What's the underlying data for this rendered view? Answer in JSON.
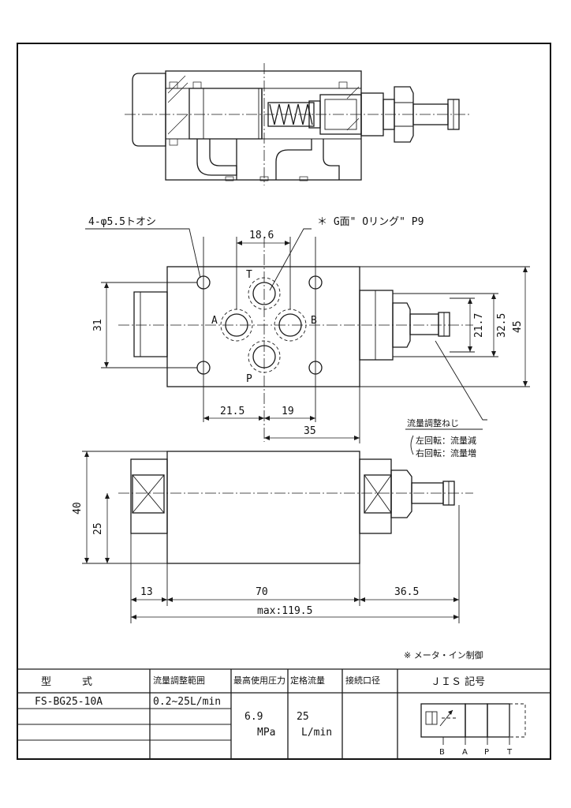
{
  "section_view": {},
  "top_view": {
    "hole_note": "4-φ5.5トオシ",
    "oring_note": "＊ G面\" Oリング\"  P9",
    "ports": [
      "T",
      "A",
      "B",
      "P"
    ],
    "dims": {
      "d18_6": "18.6",
      "d31": "31",
      "d21_7": "21.7",
      "d32_5": "32.5",
      "d45": "45",
      "d21_5": "21.5",
      "d19": "19",
      "d35": "35"
    },
    "adjust_note": {
      "title": "流量調整ねじ",
      "line1": "左回転：流量減",
      "line2": "右回転：流量増"
    }
  },
  "front_view": {
    "dims": {
      "d40": "40",
      "d25": "25",
      "d13": "13",
      "d70": "70",
      "d36_5": "36.5",
      "max": "max:119.5"
    }
  },
  "note": "※ メータ・イン制御",
  "spec_table": {
    "headers": {
      "model": "型　　　式",
      "range": "流量調整範囲",
      "pressure": "最高使用圧力",
      "flow": "定格流量",
      "port": "接続口径",
      "jis": "ＪＩＳ 記号"
    },
    "row": {
      "model": "FS-BG25-10A",
      "range": "0.2~25L/min",
      "pressure_value": "6.9",
      "pressure_unit": "MPa",
      "flow_value": "25",
      "flow_unit": "L/min",
      "port": ""
    },
    "jis_ports": [
      "B",
      "A",
      "P",
      "T"
    ]
  }
}
